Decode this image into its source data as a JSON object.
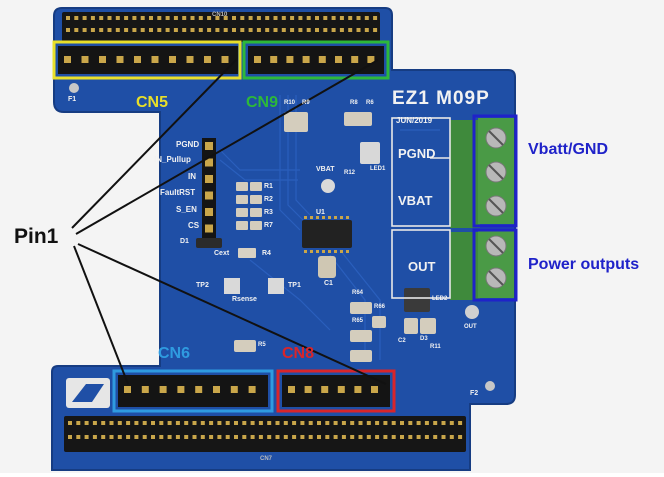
{
  "board": {
    "title": "EZ1 M09P",
    "date": "JUN/2019",
    "top_header_silk": "CN10",
    "bottom_header_silk": "CN7",
    "fiducial_f1": "F1",
    "fiducial_f2": "F2",
    "pin_silk": [
      "PGND",
      "IN_Pullup",
      "IN",
      "FaultRST",
      "S_EN",
      "CS"
    ],
    "resistor_silk": [
      "R1",
      "R2",
      "R3",
      "R7",
      "R4"
    ],
    "small_silk": {
      "d1": "D1",
      "cext": "Cext",
      "u1": "U1",
      "vbat_tp": "VBAT",
      "c1": "C1",
      "tp2": "TP2",
      "tp1": "TP1",
      "rsense": "Rsense",
      "led1": "LED1",
      "r12": "R12",
      "r10": "R10",
      "r9": "R9",
      "r8": "R8",
      "r6": "R6",
      "r64": "R64",
      "r66": "R66",
      "r65": "R65",
      "c2": "C2",
      "d3": "D3",
      "led2": "LED2",
      "r11": "R11",
      "out_small": "OUT",
      "r5": "R5"
    },
    "terminal_silk": {
      "pgnd": "PGND",
      "vbat": "VBAT",
      "out": "OUT"
    }
  },
  "annotations": {
    "cn5": {
      "label": "CN5",
      "color": "#e8df2a"
    },
    "cn9": {
      "label": "CN9",
      "color": "#2db83a"
    },
    "cn6": {
      "label": "CN6",
      "color": "#2f9be0"
    },
    "cn8": {
      "label": "CN8",
      "color": "#d9252a"
    },
    "pin1": {
      "label": "Pin1",
      "color": "#111111"
    },
    "vbatt_gnd": {
      "label": "Vbatt/GND",
      "color": "#1f22c9"
    },
    "power_outputs": {
      "label": "Power outputs",
      "color": "#1f22c9"
    }
  },
  "colors": {
    "pcb": "#1f4fa6",
    "pcb_dark": "#173f8a",
    "header_black": "#1b1b1b",
    "terminal_green": "#3f8a3c"
  }
}
